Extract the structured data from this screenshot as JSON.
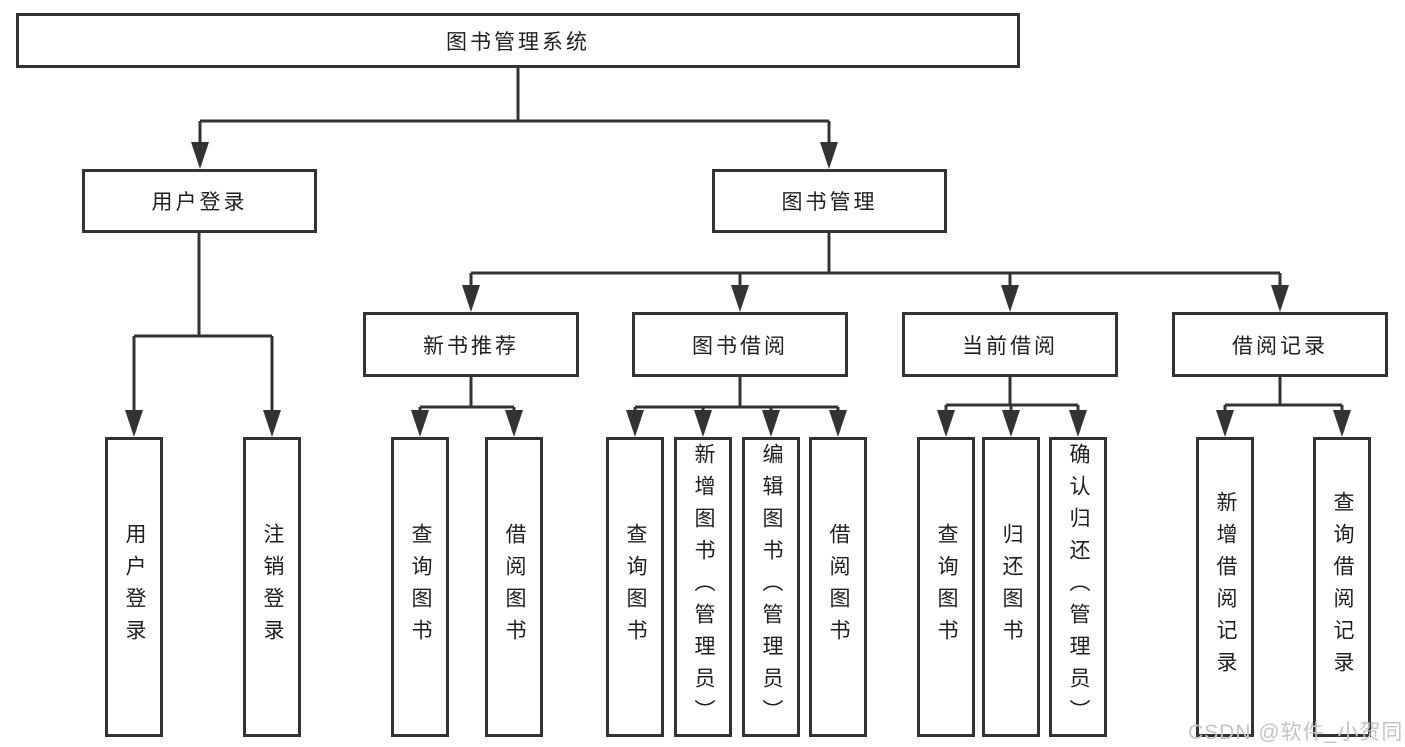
{
  "diagram": {
    "root": {
      "label": "图书管理系统"
    },
    "level2": [
      {
        "label": "用户登录"
      },
      {
        "label": "图书管理"
      }
    ],
    "level3": [
      {
        "label": "新书推荐"
      },
      {
        "label": "图书借阅"
      },
      {
        "label": "当前借阅"
      },
      {
        "label": "借阅记录"
      }
    ],
    "leaves": [
      {
        "label": "用户登录"
      },
      {
        "label": "注销登录"
      },
      {
        "label": "查询图书"
      },
      {
        "label": "借阅图书"
      },
      {
        "label": "查询图书"
      },
      {
        "label": "新增图书（管理员）"
      },
      {
        "label": "编辑图书（管理员）"
      },
      {
        "label": "借阅图书"
      },
      {
        "label": "查询图书"
      },
      {
        "label": "归还图书"
      },
      {
        "label": "确认归还（管理员）"
      },
      {
        "label": "新增借阅记录"
      },
      {
        "label": "查询借阅记录"
      }
    ],
    "watermark": "CSDN @软件_小贺同学",
    "colors": {
      "line": "#333333",
      "text": "#1f1f1f",
      "watermark": "#c4c4c4",
      "background": "#ffffff"
    }
  }
}
